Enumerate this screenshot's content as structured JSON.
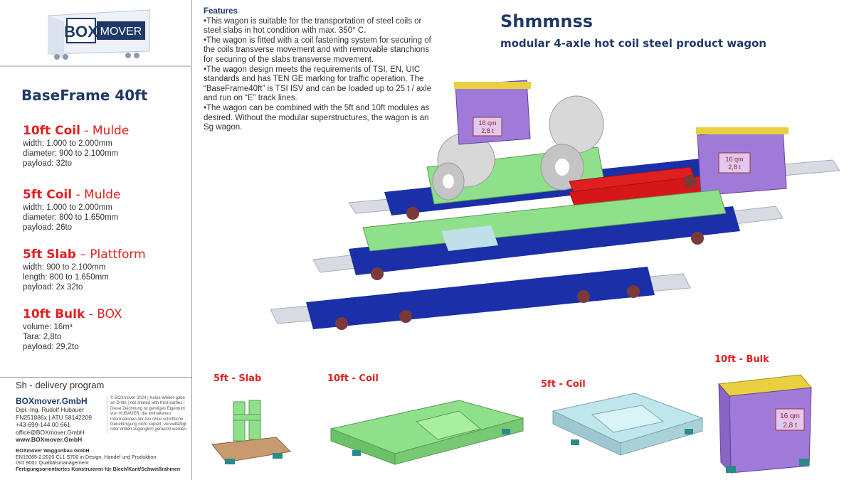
{
  "logo": {
    "text_box": "BOX",
    "text_mover": "MOVER"
  },
  "sidebar": {
    "title": "BaseFrame 40ft",
    "specs": [
      {
        "name": "10ft Coil",
        "sep": " - ",
        "type": "Mulde",
        "lines": [
          "width: 1.000 to 2.000mm",
          "diameter: 900 to 2.100mm",
          "payload: 32to"
        ]
      },
      {
        "name": "5ft Coil",
        "sep": " - ",
        "type": "Mulde",
        "lines": [
          "width: 1.000 to 2.000mm",
          "diameter: 800 to 1.650mm",
          "payload: 26to"
        ]
      },
      {
        "name": "5ft Slab",
        "sep": " – ",
        "type": "Plattform",
        "lines": [
          "width: 900 to 2.100mm",
          "length: 800 to 1.650mm",
          "payload: 2x 32to"
        ]
      },
      {
        "name": "10ft Bulk",
        "sep": " - ",
        "type": "BOX",
        "lines": [
          "volume: 16m³",
          "Tara: 2,8to",
          "payload: 29,2to"
        ]
      }
    ],
    "delivery": "Sh - delivery program",
    "company": {
      "name": "BOXmover.GmbH",
      "lines": [
        "Dipl.-Ing. Rudolf Hubauer",
        "FN251886x | ATU 58142209",
        "+43-699-144 00 661",
        "office@BOXmover.GmbH"
      ],
      "web": "www.BOXmover.GmbH"
    },
    "copyright": "© BOXmover 2024 | Keine Weiter-gabe an Dritte | not shared with third parties | Diese Zeichnung ist geistiges Eigentum von HUBAUER, die enthaltenen Informationen dür-fen ohne schriftliche Genehmigung nicht kopiert, vervielfältigt oder dritten zugänglich gemacht werden.",
    "footer": {
      "name": "BOXmover Waggonbau GmbH",
      "lines": [
        "EN15085-2:2020 CL1 S700 in Design, Handel und Produktion",
        "ISO 9001 Qualitätsmanagement"
      ],
      "bold_line": "Fertigungsorientiertes Konstruieren für Blech/Kant/Schweißrahmen"
    }
  },
  "features": {
    "title": "Features",
    "items": [
      "•This wagon is suitable for the transportation of steel coils or steel slabs in hot condition with max. 350° C.",
      "•The wagon is fitted with a coil fastening system for securing of the coils transverse movement and with removable stanchions for securing of the slabs transverse movement.",
      "•The wagon design meets the requirements of TSI, EN, UIC standards and has TEN GE marking for traffic operation. The “BaseFrame40ft” is TSI ISV and can be loaded up to 25 t / axle and run on “E” track lines.",
      "•The wagon can be combined with the 5ft and 10ft modules as desired. Without the modular superstructures, the wagon is an Sg wagon."
    ]
  },
  "header": {
    "title": "Shmmnss",
    "subtitle": "modular 4-axle hot coil steel product wagon"
  },
  "render": {
    "box_label_1": "16 qm",
    "box_label_2": "2,8 t"
  },
  "modules": {
    "slab": "5ft - Slab",
    "coil10": "10ft - Coil",
    "coil5": "5ft - Coil",
    "bulk": "10ft - Bulk"
  },
  "colors": {
    "brand_navy": "#1f3a68",
    "accent_red": "#e02020",
    "module_green": "#8fe08a",
    "frame_blue": "#1a2fa8",
    "box_purple": "#a07ad8",
    "box_yellow": "#e8d040"
  }
}
